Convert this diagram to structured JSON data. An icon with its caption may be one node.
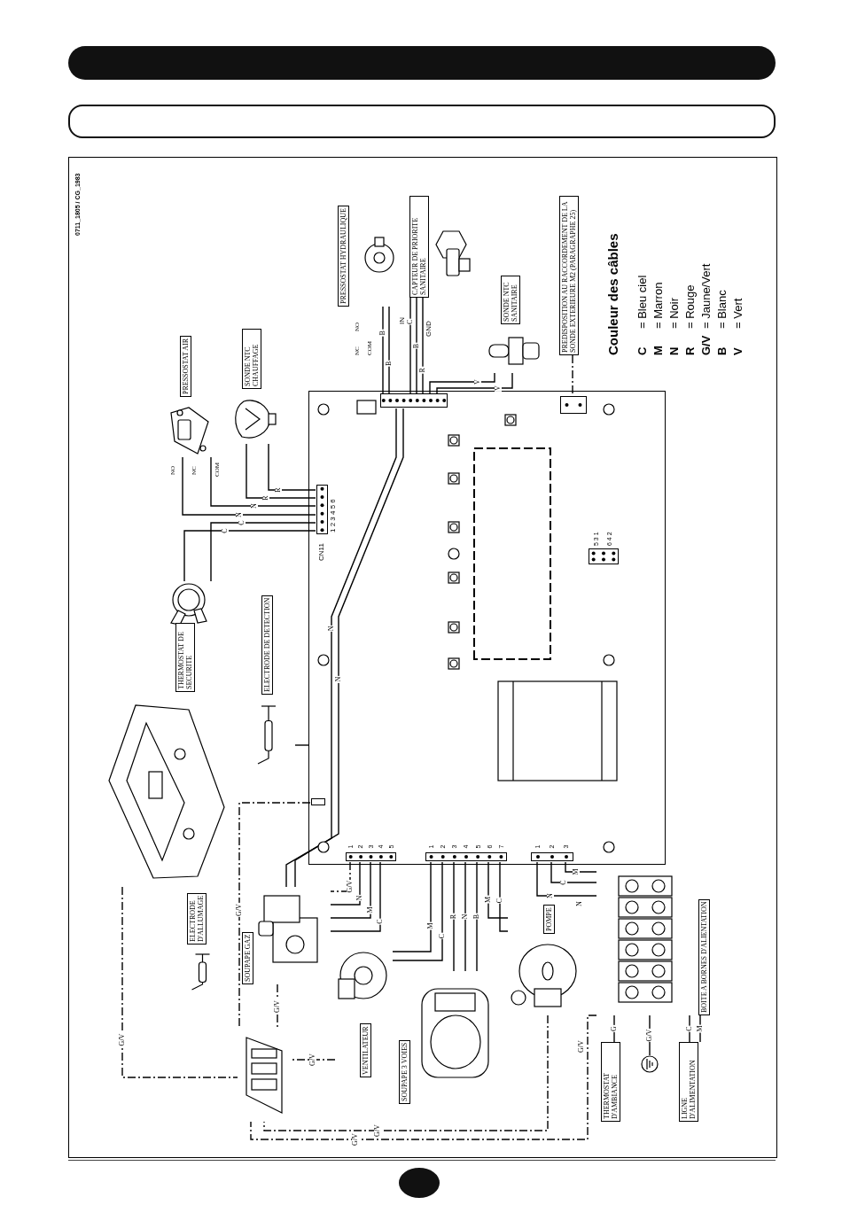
{
  "diagram": {
    "nodes": [
      {
        "text": [],
        "shape": "box"
      },
      {
        "text": [
          "CN11",
          "1 2 3 4 5 6"
        ],
        "in": 0
      },
      {
        "text": [],
        "shape": "box",
        "in": 0
      },
      {
        "text": [],
        "shape": "box",
        "in": 0
      },
      {
        "text": [
          "5 3 1",
          "6 4 2"
        ],
        "in": 0
      },
      {
        "text": [
          "1 2 3 4 5"
        ],
        "in": 0
      },
      {
        "text": [
          "1 2 3 4 5 6 7"
        ],
        "in": 0
      },
      {
        "text": [
          "1 2 3"
        ],
        "in": 0
      },
      {
        "text": [],
        "shape": "box",
        "in": 0
      },
      {
        "text": [
          "PRESSOSTAT AIR"
        ]
      },
      {
        "text": [
          "SONDE NTC CHAUFFAGE"
        ]
      },
      {
        "text": [
          "THERMOSTAT DE SECURITE"
        ]
      },
      {
        "text": [
          "PRESSOSTAT HYDRAULIQUE"
        ]
      },
      {
        "text": [
          "CAPTEUR DE PRIORITE SANITAIRE"
        ]
      },
      {
        "text": [
          "SONDE NTC SANITAIRE"
        ]
      },
      {
        "text": [
          "PREDISPOSITION AU RACCORDEMENT DE LA SONDE EXTERIEURE M2 (PARAGRAPHE 25)"
        ]
      },
      {
        "text": [],
        "shape": "picture"
      },
      {
        "text": [
          "ELECTRODE DE DETECTION"
        ]
      },
      {
        "text": [
          "ELECTRODE D'ALLUMAGE"
        ]
      },
      {
        "text": [
          "SOUPAPE GAZ"
        ]
      },
      {
        "text": [
          "VENTILATEUR"
        ]
      },
      {
        "text": [
          "SOUPAPE 3 VOIES"
        ]
      },
      {
        "text": [
          "POMPE"
        ]
      },
      {
        "text": [
          "THERMOSTAT D'AMBIANCE"
        ]
      },
      {
        "text": [
          "LIGNE D'ALIMENTATION"
        ]
      },
      {
        "text": [
          "BOITE A BORNES D'ALIENTATION"
        ]
      },
      {
        "text": [],
        "shape": "picture"
      },
      {
        "text": [],
        "shape": "picture"
      },
      {
        "text": [],
        "shape": "box"
      }
    ],
    "edges": [
      {
        "from": 9,
        "to": 1,
        "arrow": "none",
        "label": "N"
      },
      {
        "from": 9,
        "to": 1,
        "arrow": "none",
        "label": "N"
      },
      {
        "from": 11,
        "to": 1,
        "arrow": "none",
        "label": "C"
      },
      {
        "from": 11,
        "to": 1,
        "arrow": "none",
        "label": "C"
      },
      {
        "from": 10,
        "to": 1,
        "arrow": "none",
        "label": "R"
      },
      {
        "from": 10,
        "to": 1,
        "arrow": "none",
        "label": "R"
      },
      {
        "from": 12,
        "to": 2,
        "arrow": "none",
        "label": "B"
      },
      {
        "from": 12,
        "to": 2,
        "arrow": "none",
        "label": "B"
      },
      {
        "from": 13,
        "to": 2,
        "arrow": "none",
        "label": "C"
      },
      {
        "from": 13,
        "to": 2,
        "arrow": "none",
        "label": "B"
      },
      {
        "from": 13,
        "to": 2,
        "arrow": "none",
        "label": "R"
      },
      {
        "from": 14,
        "to": 2,
        "arrow": "none",
        "label": "V"
      },
      {
        "from": 14,
        "to": 2,
        "arrow": "none",
        "label": "V"
      },
      {
        "from": 15,
        "to": 3,
        "arrow": "none",
        "style": "dashed"
      },
      {
        "from": 2,
        "to": 19,
        "arrow": "none",
        "label": "N"
      },
      {
        "from": 2,
        "to": 19,
        "arrow": "none",
        "label": "N"
      },
      {
        "from": 17,
        "to": 0,
        "arrow": "none"
      },
      {
        "from": 5,
        "to": 19,
        "arrow": "none",
        "label": "G/V",
        "style": "dashed"
      },
      {
        "from": 5,
        "to": 19,
        "arrow": "none",
        "label": "N"
      },
      {
        "from": 5,
        "to": 19,
        "arrow": "none",
        "label": "M"
      },
      {
        "from": 5,
        "to": 19,
        "arrow": "none",
        "label": "C"
      },
      {
        "from": 6,
        "to": 20,
        "arrow": "none",
        "label": "M"
      },
      {
        "from": 6,
        "to": 20,
        "arrow": "none",
        "label": "C"
      },
      {
        "from": 6,
        "to": 21,
        "arrow": "none",
        "label": "R"
      },
      {
        "from": 6,
        "to": 21,
        "arrow": "none",
        "label": "N"
      },
      {
        "from": 6,
        "to": 21,
        "arrow": "none",
        "label": "B"
      },
      {
        "from": 6,
        "to": 22,
        "arrow": "none",
        "label": "M"
      },
      {
        "from": 6,
        "to": 22,
        "arrow": "none",
        "label": "C"
      },
      {
        "from": 7,
        "to": 25,
        "arrow": "none",
        "label": "N"
      },
      {
        "from": 7,
        "to": 25,
        "arrow": "none",
        "label": "C"
      },
      {
        "from": 7,
        "to": 25,
        "arrow": "none",
        "label": "M"
      },
      {
        "from": 23,
        "to": 25,
        "arrow": "none",
        "label": "G"
      },
      {
        "from": 26,
        "to": 25,
        "arrow": "none",
        "label": "G/V"
      },
      {
        "from": 24,
        "to": 25,
        "arrow": "none",
        "label": "C"
      },
      {
        "from": 24,
        "to": 25,
        "arrow": "none",
        "label": "M"
      },
      {
        "from": 8,
        "to": 27,
        "arrow": "none",
        "label": "G/V",
        "style": "dashed"
      },
      {
        "from": 16,
        "to": 27,
        "arrow": "none",
        "label": "G/V",
        "style": "dashed"
      },
      {
        "from": 19,
        "to": 27,
        "arrow": "none",
        "label": "G/V",
        "style": "dashed"
      },
      {
        "from": 20,
        "to": 27,
        "arrow": "none",
        "label": "G/V",
        "style": "dashed"
      },
      {
        "from": 22,
        "to": 27,
        "arrow": "none",
        "label": "G/V",
        "style": "dashed"
      },
      {
        "from": 25,
        "to": 27,
        "arrow": "none",
        "label": "G/V",
        "style": "dashed"
      }
    ],
    "labels": [
      "0711_1805 / CG_1983",
      "NO",
      "NC",
      "COM",
      "NC",
      "NO",
      "COM",
      "IN",
      "GND",
      "N",
      "G/V",
      "Couleur des câbles",
      "C",
      "= Bleu ciel",
      "M",
      "= Marron",
      "N",
      "= Noir",
      "R",
      "= Rouge",
      "G/V",
      "= Jaune/Vert",
      "B",
      "= Blanc",
      "V",
      "= Vert"
    ]
  }
}
